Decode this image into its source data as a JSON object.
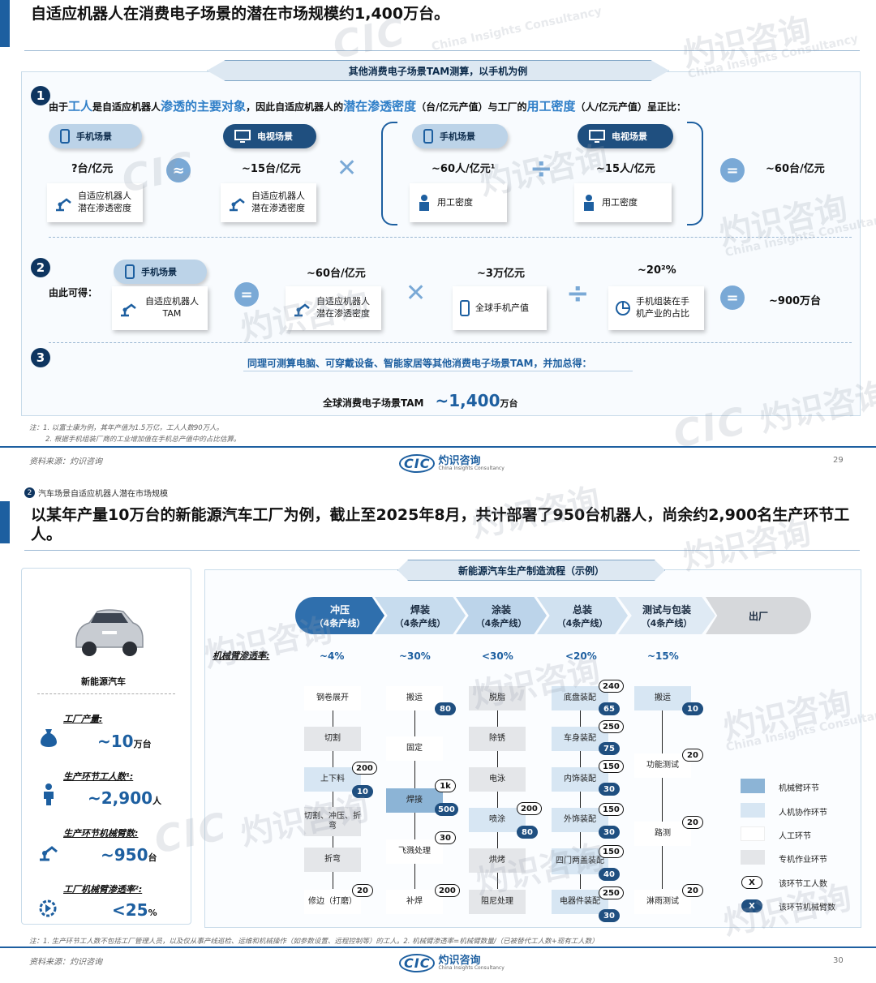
{
  "slide1": {
    "headline": "自适应机器人在消费电子场景的潜在市场规模约1,400万台。",
    "banner": "其他消费电子场景TAM测算，以手机为例",
    "step1": {
      "number": "1",
      "text_pre": "由于",
      "text_h1": "工人",
      "text_mid1": "是自适应机器人",
      "text_h2": "渗透的主要对象",
      "text_mid2": "，因此自适应机器人的",
      "text_h3": "潜在渗透密度",
      "text_mid3": "（台/亿元产值）与工厂的",
      "text_h4": "用工密度",
      "text_end": "（人/亿元产值）呈正比：",
      "pill_phone_1": "手机场景",
      "pill_tv_1": "电视场景",
      "pill_phone_2": "手机场景",
      "pill_tv_2": "电视场景",
      "val_a": "?台/亿元",
      "val_b": "~15台/亿元",
      "val_c": "~60人/亿元¹",
      "val_d": "~15人/亿元",
      "val_e": "~60台/亿元",
      "card_a": "自适应机器人潜在渗透密度",
      "card_b": "自适应机器人潜在渗透密度",
      "card_c": "用工密度",
      "card_d": "用工密度",
      "op_approx": "≈",
      "op_times": "✕",
      "op_div": "÷",
      "op_eq": "="
    },
    "step2": {
      "number": "2",
      "lead": "由此可得：",
      "pill_phone": "手机场景",
      "card_tam": "自适应机器人TAM",
      "val_density": "~60台/亿元",
      "card_density": "自适应机器人潜在渗透密度",
      "val_output": "~3万亿元",
      "card_output": "全球手机产值",
      "val_share": "~20²%",
      "card_share": "手机组装在手机产业的占比",
      "result": "~900万台",
      "op_eq": "=",
      "op_times": "✕",
      "op_div": "÷"
    },
    "step3": {
      "number": "3",
      "text": "同理可测算电脑、可穿戴设备、智能家居等其他消费电子场景TAM，并加总得：",
      "total_label": "全球消费电子场景TAM",
      "total_value": "~1,400",
      "total_unit": "万台"
    },
    "note1": "注：1. 以富士康为例，其年产值为1.5万亿，工人人数90万人。",
    "note2": "2. 根据手机组装厂商的工业增加值在手机总产值中的占比估算。",
    "source": "资料来源：灼识咨询",
    "page": "29"
  },
  "slide2": {
    "breadcrumb_num": "2",
    "breadcrumb": "汽车场景自适应机器人潜在市场规模",
    "headline": "以某年产量10万台的新能源汽车工厂为例，截止至2025年8月，共计部署了950台机器人，尚余约2,900名生产环节工人。",
    "car_label": "新能源汽车",
    "kv": [
      {
        "label": "工厂产量:",
        "value": "~10",
        "unit": "万台"
      },
      {
        "label": "生产环节工人数¹:",
        "value": "~2,900",
        "unit": "人"
      },
      {
        "label": "生产环节机械臂数:",
        "value": "~950",
        "unit": "台"
      },
      {
        "label": "工厂机械臂渗透率²:",
        "value": "<25",
        "unit": "%"
      }
    ],
    "banner": "新能源汽车生产制造流程（示例）",
    "penetration_label": "机械臂渗透率:",
    "processes": [
      {
        "name": "冲压",
        "sub": "（4条产线）",
        "pct": "~4%"
      },
      {
        "name": "焊装",
        "sub": "（4条产线）",
        "pct": "~30%"
      },
      {
        "name": "涂装",
        "sub": "（4条产线）",
        "pct": "<30%"
      },
      {
        "name": "总装",
        "sub": "（4条产线）",
        "pct": "<20%"
      },
      {
        "name": "测试与包装",
        "sub": "（4条产线）",
        "pct": "~15%"
      },
      {
        "name": "出厂",
        "sub": "",
        "pct": ""
      }
    ],
    "steps": {
      "c1": [
        "钢卷展开",
        "切割",
        "上下料",
        "切割、冲压、折弯",
        "折弯",
        "修边（打磨）"
      ],
      "c2": [
        "搬运",
        "固定",
        "焊接",
        "飞溅处理",
        "补焊"
      ],
      "c3": [
        "脱脂",
        "除锈",
        "电泳",
        "喷涂",
        "烘烤",
        "阻尼处理"
      ],
      "c4": [
        "底盘装配",
        "车身装配",
        "内饰装配",
        "外饰装配",
        "四门两盖装配",
        "电器件装配"
      ],
      "c5": [
        "搬运",
        "功能测试",
        "路测",
        "淋雨测试"
      ]
    },
    "counts": {
      "c1_w1": "200",
      "c1_b1": "10",
      "c1_w2": "20",
      "c2_b1": "80",
      "c2_w1": "1k",
      "c2_b2": "500",
      "c2_w2": "30",
      "c2_w3": "200",
      "c3_w1": "200",
      "c3_b1": "80",
      "c4_w1": "240",
      "c4_b1": "65",
      "c4_w2": "250",
      "c4_b2": "75",
      "c4_w3": "150",
      "c4_b3": "30",
      "c4_w4": "150",
      "c4_b4": "30",
      "c4_w5": "150",
      "c4_b5": "40",
      "c4_w6": "250",
      "c4_b6": "30",
      "c5_b1": "10",
      "c5_w1": "20",
      "c5_w2": "20",
      "c5_w3": "20"
    },
    "legend": [
      {
        "label": "机械臂环节",
        "color": "#8cb4d6"
      },
      {
        "label": "人机协作环节",
        "color": "#d7e6f3"
      },
      {
        "label": "人工环节",
        "color": "#ffffff"
      },
      {
        "label": "专机作业环节",
        "color": "#e4e6e9"
      },
      {
        "label": "该环节工人数",
        "mark": "X"
      },
      {
        "label": "该环节机械臂数",
        "mark": "X"
      }
    ],
    "note": "注：1. 生产环节工人数不包括工厂管理人员，以及仅从事产线巡检、运维和机械操作（如参数设置、远程控制等）的工人。2. 机械臂渗透率=机械臂数量/（已被替代工人数+现有工人数）",
    "source": "资料来源：灼识咨询",
    "page": "30"
  },
  "logo": {
    "mark": "CIC",
    "name": "灼识咨询",
    "en": "China Insights Consultancy"
  },
  "watermark": {
    "cn": "灼识咨询",
    "en": "China Insights Consultancy",
    "mark": "CIC"
  },
  "colors": {
    "brand": "#1d5fa0",
    "arm": "#8cb4d6",
    "coop": "#d7e6f3",
    "dark": "#0e3560"
  }
}
